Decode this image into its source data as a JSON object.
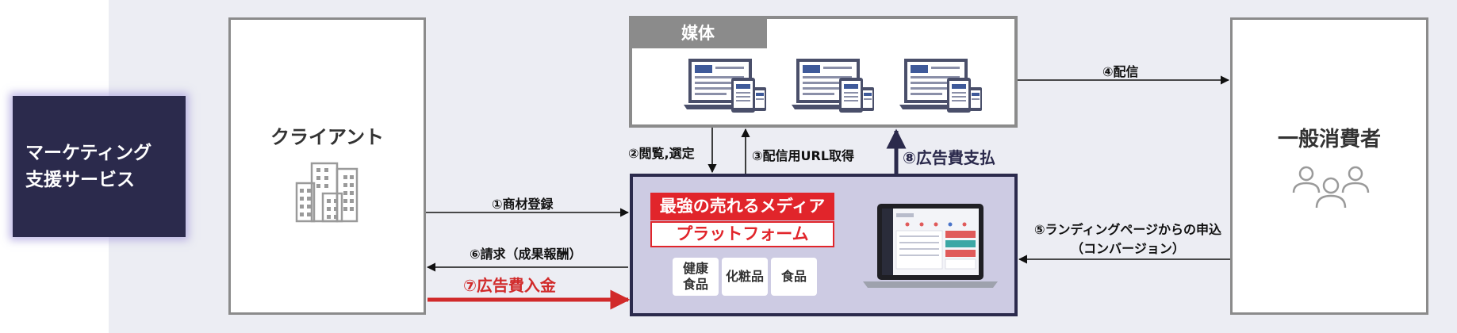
{
  "service_label": [
    "マーケティング",
    "支援サービス"
  ],
  "client": {
    "title": "クライアント",
    "icon": "building-icon"
  },
  "consumer": {
    "title": "一般消費者",
    "icon": "people-icon"
  },
  "media": {
    "tab_label": "媒体",
    "icon": "device-set-icon"
  },
  "platform": {
    "title": "最強の売れるメディア",
    "subtitle": "プラットフォーム",
    "tags": [
      [
        "健康",
        "食品"
      ],
      [
        "化粧品"
      ],
      [
        "食品"
      ]
    ],
    "icon": "laptop-dashboard-icon"
  },
  "flows": {
    "step1": "①商材登録",
    "step2": "②閲覧,選定",
    "step3": "③配信用URL取得",
    "step4": "④配信",
    "step5": [
      "⑤ランディングページからの申込",
      "（コンバージョン）"
    ],
    "step6": "⑥請求（成果報酬）",
    "step7": "⑦広告費入金",
    "step8": "⑧広告費支払"
  },
  "colors": {
    "navy": "#2b2a4c",
    "red": "#e1252b",
    "grey": "#8b8b8b",
    "background": "#ecedf3"
  }
}
